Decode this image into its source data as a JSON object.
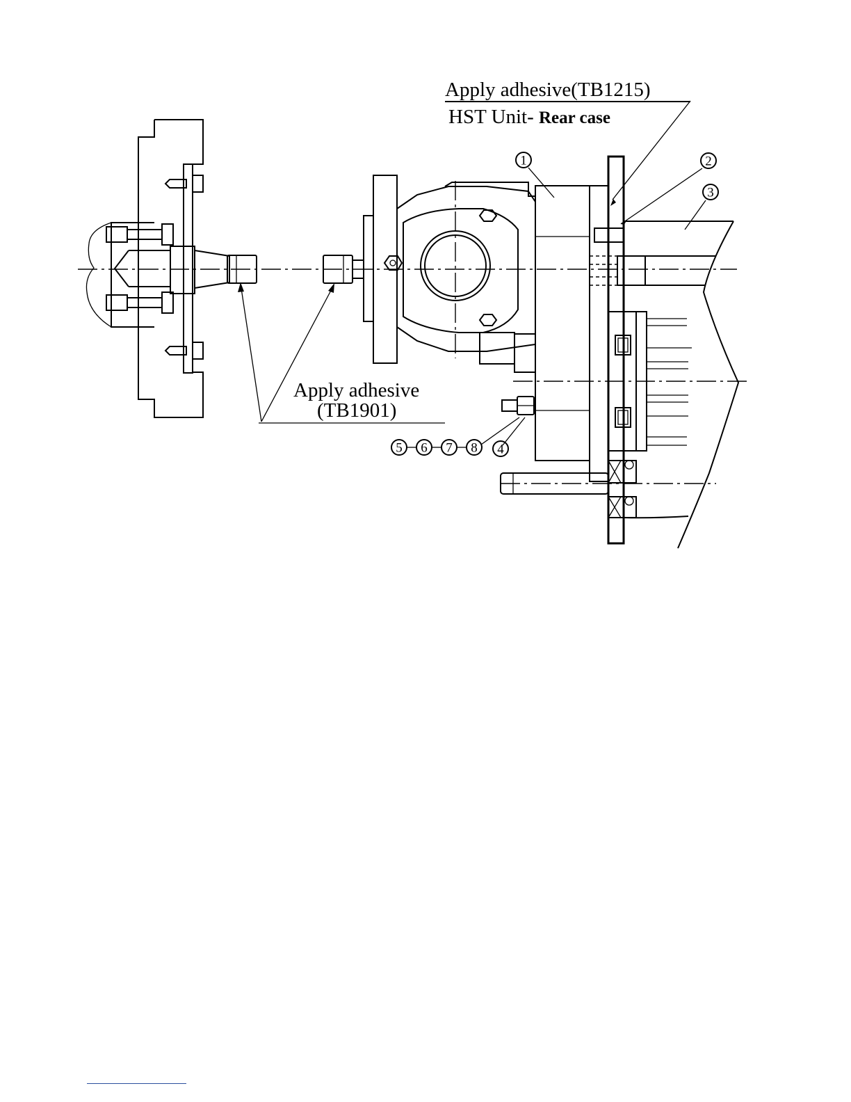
{
  "callouts": {
    "top_label_line1": "Apply  adhesive(TB1215)",
    "top_label_line2_prefix": "HST  Unit- ",
    "top_label_line2_bold": "Rear case",
    "mid_label_line1": "Apply  adhesive",
    "mid_label_line2": "(TB1901)"
  },
  "part_numbers": {
    "p1": "1",
    "p2": "2",
    "p3": "3",
    "p4": "4",
    "p5": "5",
    "p6": "6",
    "p7": "7",
    "p8": "8"
  },
  "colors": {
    "ink": "#000000",
    "footer_rule": "#2a4f9e"
  }
}
